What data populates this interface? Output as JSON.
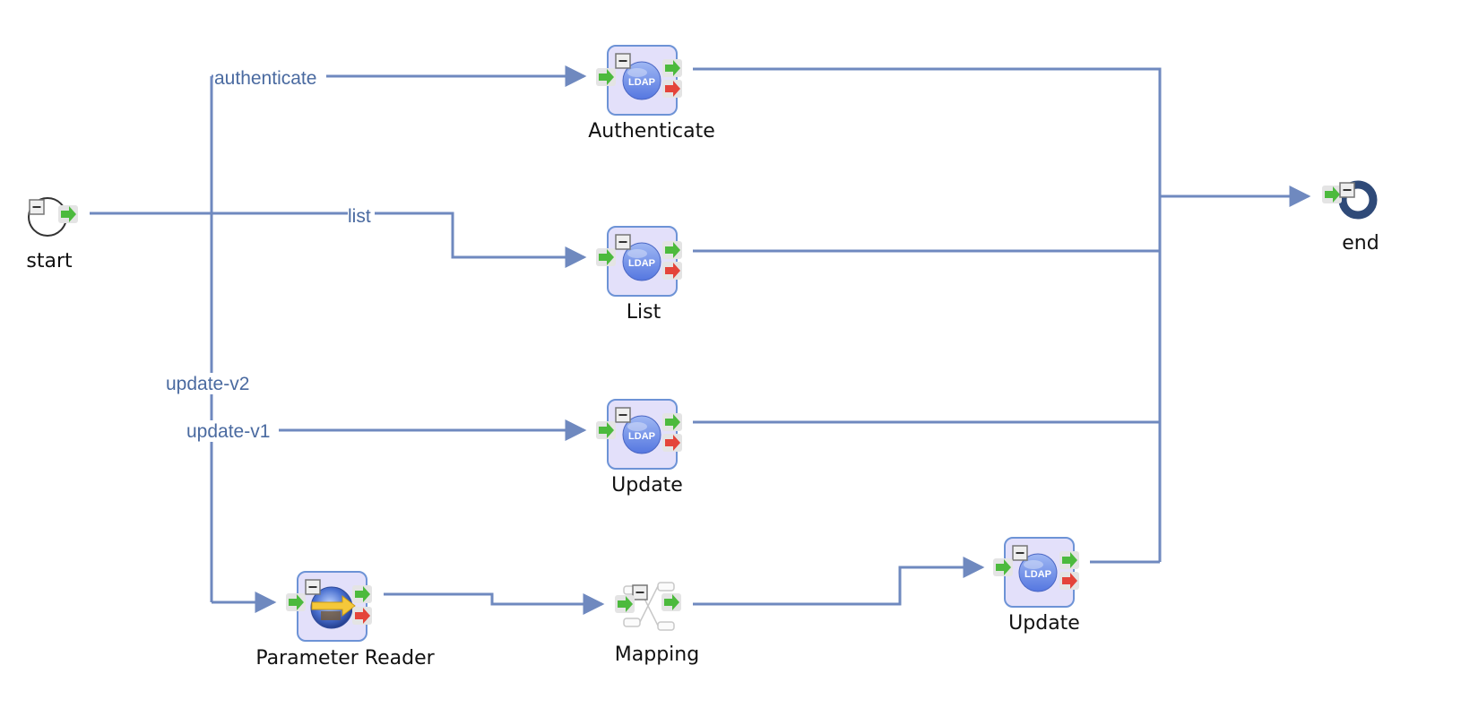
{
  "diagram": {
    "nodes": {
      "start": {
        "label": "start"
      },
      "end": {
        "label": "end"
      },
      "authenticate": {
        "label": "Authenticate",
        "badge": "LDAP"
      },
      "list": {
        "label": "List",
        "badge": "LDAP"
      },
      "update_v1": {
        "label": "Update",
        "badge": "LDAP"
      },
      "parameter_reader": {
        "label": "Parameter Reader"
      },
      "mapping": {
        "label": "Mapping"
      },
      "update_v2": {
        "label": "Update",
        "badge": "LDAP"
      }
    },
    "edges": {
      "authenticate": "authenticate",
      "list": "list",
      "update_v2": "update-v2",
      "update_v1": "update-v1"
    },
    "colors": {
      "edge": "#6f89bf",
      "edge_label": "#4a6aa0",
      "activity_fill": "#e3e0fa",
      "activity_border": "#6d93d6",
      "success_arrow": "#4cba3d",
      "error_arrow": "#e4443a",
      "end_ring": "#2f4a78"
    }
  }
}
